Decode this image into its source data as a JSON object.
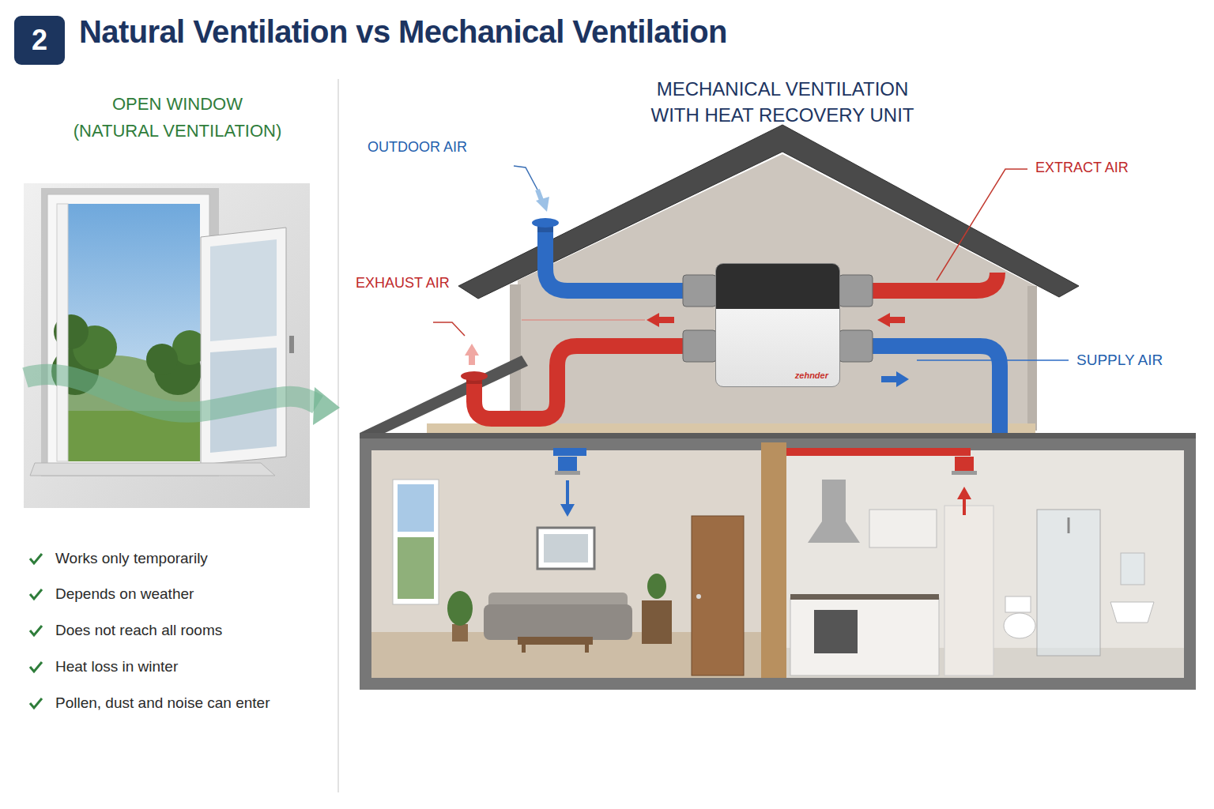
{
  "diagram": {
    "title": "Natural Ventilation vs Mechanical Ventilation",
    "nodes": [
      {
        "text": [
          "2"
        ]
      },
      {
        "text": [
          "zehnder"
        ]
      }
    ],
    "labels": [
      "OPEN WINDOW (NATURAL VENTILATION)",
      "MECHANICAL VENTILATION WITH HEAT RECOVERY UNIT",
      "OUTDOOR AIR",
      "EXTRACT AIR",
      "EXHAUST AIR",
      "SUPPLY AIR",
      "Works only temporarily",
      "Depends on weather",
      "Does not reach all rooms",
      "Heat loss in winter",
      "Pollen, dust and noise can enter"
    ]
  }
}
